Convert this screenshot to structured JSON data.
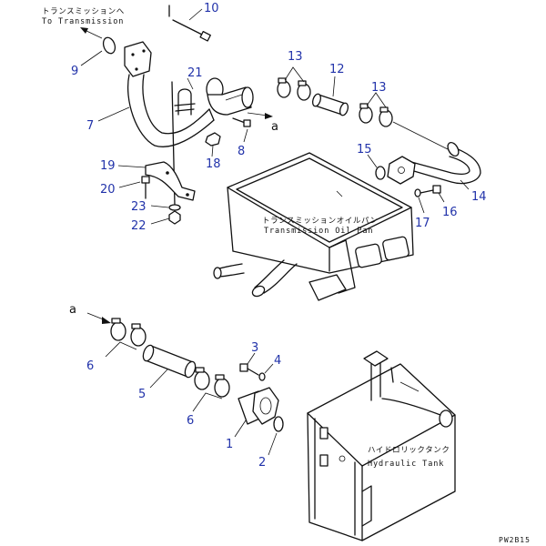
{
  "labels": {
    "to_transmission_jp": "トランスミッションへ",
    "to_transmission_en": "To Transmission",
    "oil_pan_jp": "トランスミッションオイルパン",
    "oil_pan_en": "Transmission Oil Pan",
    "hydraulic_tank_jp": "ハイドロリックタンク",
    "hydraulic_tank_en": "Hydraulic Tank",
    "ref_a_top": "a",
    "ref_a_bottom": "a",
    "drawing_code": "PW2B15"
  },
  "callouts": {
    "n1": "1",
    "n2": "2",
    "n3": "3",
    "n4": "4",
    "n5": "5",
    "n6a": "6",
    "n6b": "6",
    "n7": "7",
    "n8": "8",
    "n9": "9",
    "n10": "10",
    "n12": "12",
    "n13a": "13",
    "n13b": "13",
    "n14": "14",
    "n15": "15",
    "n16": "16",
    "n17": "17",
    "n18": "18",
    "n19": "19",
    "n20": "20",
    "n21": "21",
    "n22": "22",
    "n23": "23"
  },
  "colors": {
    "callout": "#2233aa",
    "line": "#111111"
  }
}
